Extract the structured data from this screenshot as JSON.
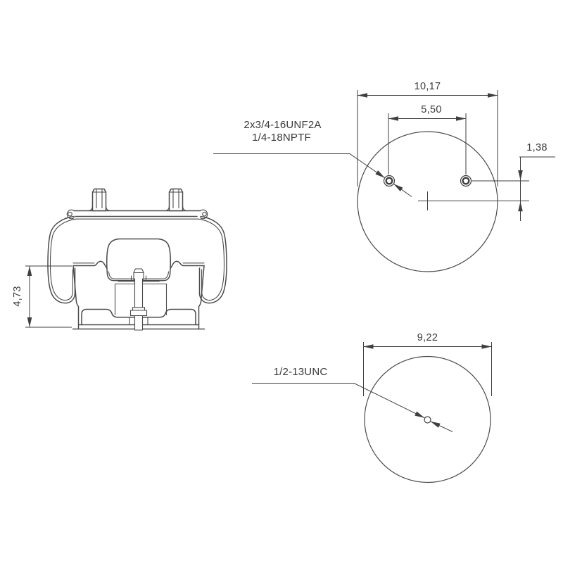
{
  "colors": {
    "background": "#ffffff",
    "part_line": "#4a4a4a",
    "dimension_line": "#3f3f3f",
    "text": "#3a3a3a"
  },
  "side_view": {
    "height_dim": "4,73"
  },
  "top_view": {
    "diameter_dim": "10,17",
    "port_spacing_dim": "5,50",
    "port_offset_dim": "1,38",
    "thread_label_line1": "2x3/4-16UNF2A",
    "thread_label_line2": "1/4-18NPTF"
  },
  "bottom_view": {
    "diameter_dim": "9,22",
    "thread_label": "1/2-13UNC"
  }
}
